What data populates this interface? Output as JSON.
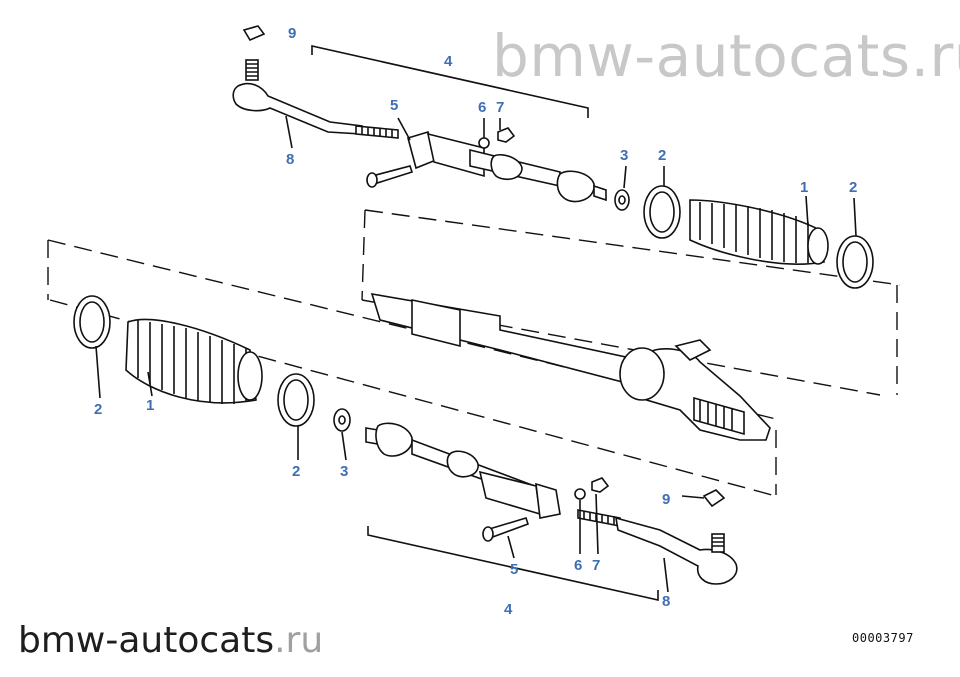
{
  "watermark_top": "bmw-autocats.ru",
  "watermark_bottom": {
    "brand": "bmw-autocats",
    "tld": ".ru"
  },
  "diagram_number": "00003797",
  "callouts": {
    "c9_top": "9",
    "c4_top": "4",
    "c5_top": "5",
    "c6_top": "6",
    "c7_top": "7",
    "c8_top": "8",
    "c3_top": "3",
    "c2_top_a": "2",
    "c1_top": "1",
    "c2_top_b": "2",
    "c2_bot_a": "2",
    "c1_bot": "1",
    "c2_bot_b": "2",
    "c3_bot": "3",
    "c9_bot": "9",
    "c5_bot": "5",
    "c6_bot": "6",
    "c7_bot": "7",
    "c8_bot": "8",
    "c4_bot": "4"
  },
  "colors": {
    "callout": "#3f6fb3",
    "line": "#111111",
    "watermark_top": "#c8c8c8"
  }
}
